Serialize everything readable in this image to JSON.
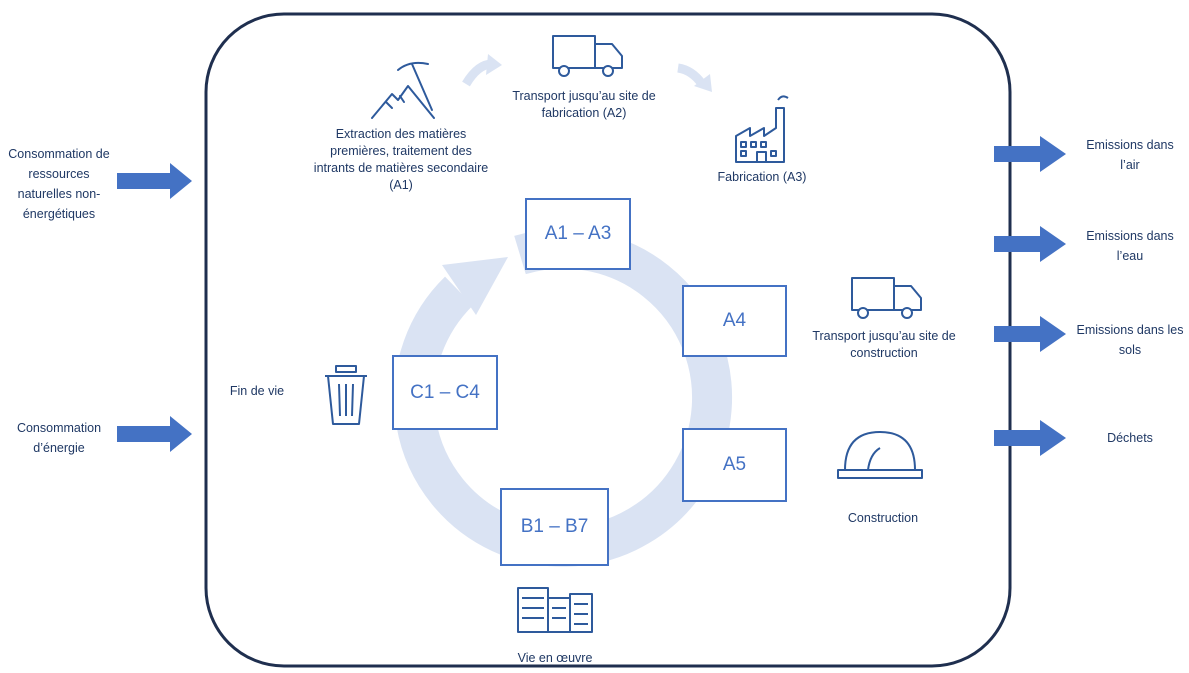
{
  "colors": {
    "frame": "#1f2f4f",
    "arrow": "#4472c4",
    "cycle": "#dae3f3",
    "icon": "#2e5a9c",
    "box_border": "#4472c4",
    "text": "#1f3864"
  },
  "inputs": [
    {
      "label": "Consommation de ressources naturelles non-énergétiques"
    },
    {
      "label": "Consommation d’énergie"
    }
  ],
  "outputs": [
    {
      "label": "Emissions dans l’air"
    },
    {
      "label": "Emissions dans l’eau"
    },
    {
      "label": "Emissions dans les sols"
    },
    {
      "label": "Déchets"
    }
  ],
  "stages": {
    "extraction": {
      "label": "Extraction des matières premières, traitement des intrants de matières secondaire (A1)",
      "icon": "pickaxe-mountain-icon"
    },
    "transport_fab": {
      "label": "Transport jusqu’au site de fabrication (A2)",
      "icon": "truck-icon"
    },
    "fabrication": {
      "label": "Fabrication (A3)",
      "icon": "factory-icon"
    },
    "transport_cons": {
      "label": "Transport jusqu’au site de construction",
      "icon": "truck-icon"
    },
    "construction": {
      "label": "Construction",
      "icon": "hard-hat-icon"
    },
    "vie_en_oeuvre": {
      "label": "Vie en œuvre",
      "icon": "buildings-icon"
    },
    "fin_de_vie": {
      "label": "Fin de vie",
      "icon": "trash-icon"
    }
  },
  "boxes": {
    "a1_a3": "A1 – A3",
    "a4": "A4",
    "a5": "A5",
    "b1_b7": "B1 – B7",
    "c1_c4": "C1 – C4"
  }
}
